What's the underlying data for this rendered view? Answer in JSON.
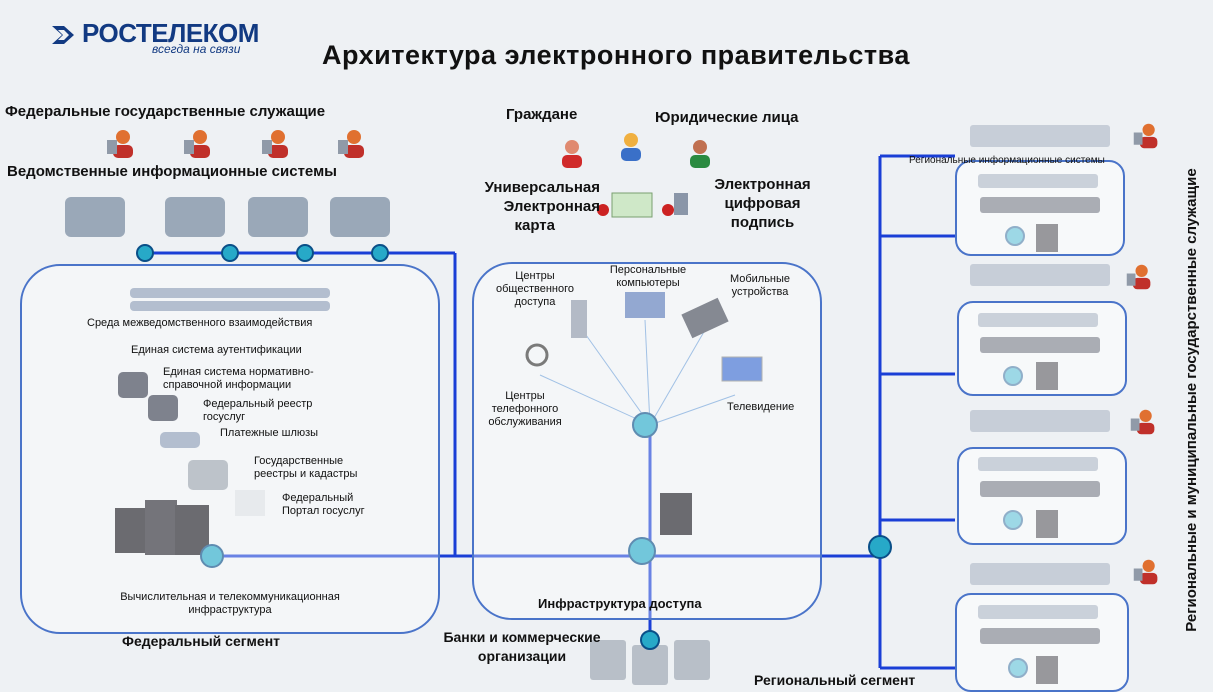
{
  "logo": {
    "name": "РОСТЕЛЕКОМ",
    "slogan": "всегда на связи"
  },
  "title": "Архитектура электронного правительства",
  "top_labels": {
    "federal_servants": "Федеральные государственные служащие",
    "agency_systems": "Ведомственные информационные системы",
    "citizens": "Граждане",
    "legal_entities": "Юридические лица",
    "universal_card": [
      "Универсальная",
      "Электронная",
      "карта"
    ],
    "digital_signature": [
      "Электронная",
      "цифровая",
      "подпись"
    ]
  },
  "federal_segment": {
    "caption": "Федеральный сегмент",
    "items": [
      "Среда межведомственного взаимодействия",
      "Единая система аутентификации",
      "Единая система нормативно-",
      "справочной информации",
      "Федеральный реестр",
      "госуслуг",
      "Платежные шлюзы",
      "Государственные",
      "реестры и кадастры",
      "Федеральный",
      "Портал госуслуг",
      "Вычислительная и телекоммуникационная",
      "инфраструктура"
    ]
  },
  "access": {
    "caption": "Инфраструктура доступа",
    "public_centers": [
      "Центры",
      "общественного",
      "доступа"
    ],
    "pcs": [
      "Персональные",
      "компьютеры"
    ],
    "mobile": [
      "Мобильные",
      "устройства"
    ],
    "call_centers": [
      "Центры",
      "телефонного",
      "обслуживания"
    ],
    "tv": "Телевидение",
    "banks": [
      "Банки и коммерческие",
      "организации"
    ]
  },
  "regional": {
    "systems": "Региональные информационные системы",
    "caption": "Региональный сегмент",
    "vertical": "Региональные и муниципальные государственные служащие"
  },
  "colors": {
    "line": "#1a3fd6",
    "box": "#4a74c9",
    "brand": "#123a82"
  }
}
